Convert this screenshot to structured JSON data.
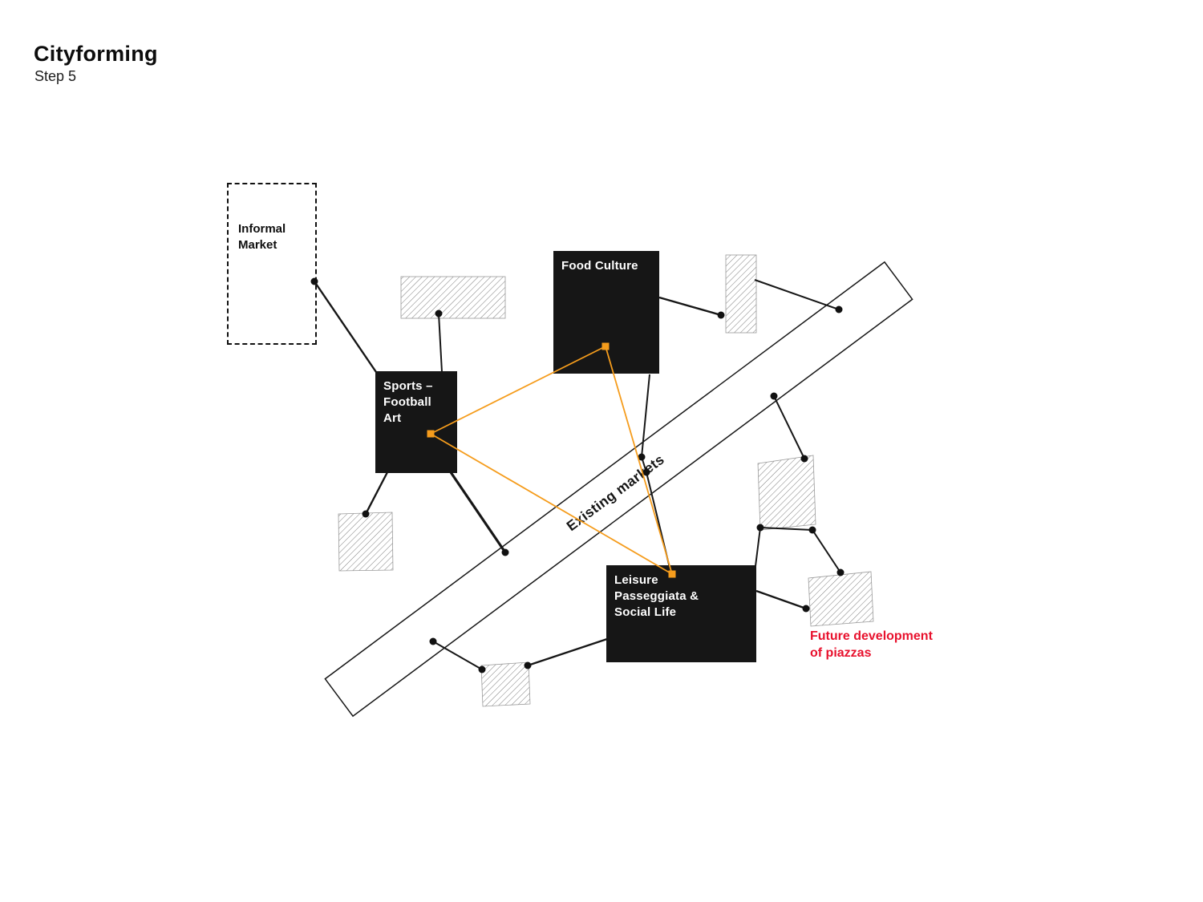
{
  "header": {
    "title": "Cityforming",
    "subtitle": "Step 5"
  },
  "boxes": {
    "informal_market": "Informal\nMarket",
    "food_culture": "Food Culture",
    "sports": "Sports –\nFootball\nArt",
    "leisure": "Leisure\nPasseggiata &\nSocial Life"
  },
  "band_label": "Existing markets",
  "notes": {
    "future_development": "Future development\nof piazzas"
  },
  "colors": {
    "box_fill": "#161616",
    "orange": "#F59C1C",
    "red": "#E8112D"
  }
}
